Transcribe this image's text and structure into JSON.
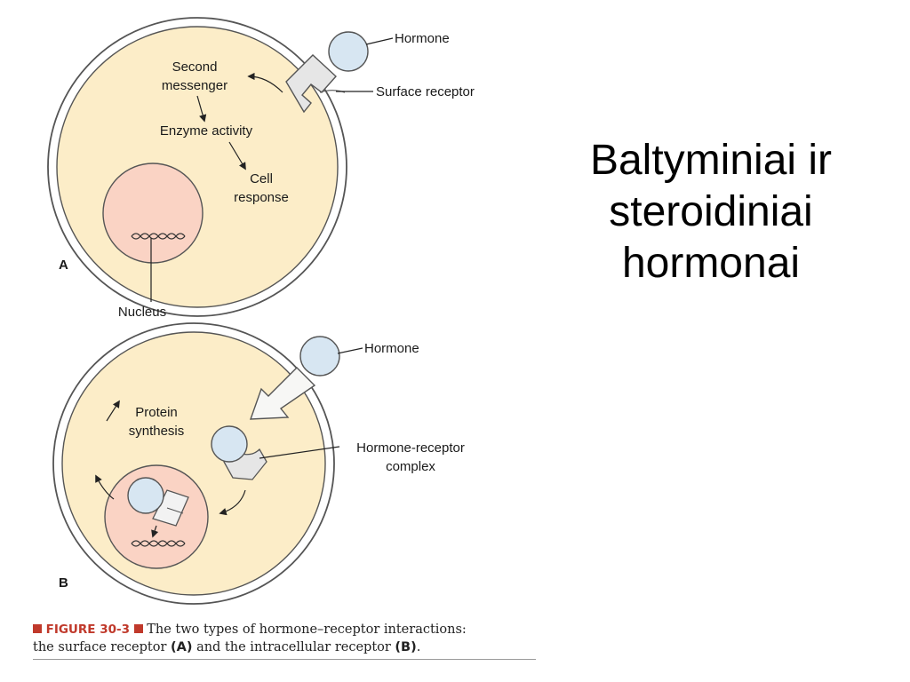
{
  "slide": {
    "title_lines": [
      "Baltyminiai ir",
      "steroidiniai",
      "hormonai"
    ]
  },
  "panel_a": {
    "letter": "A",
    "hormone": "Hormone",
    "surface_receptor": "Surface receptor",
    "second_messenger": [
      "Second",
      "messenger"
    ],
    "enzyme_activity": "Enzyme activity",
    "cell_response": [
      "Cell",
      "response"
    ],
    "nucleus": "Nucleus"
  },
  "panel_b": {
    "letter": "B",
    "hormone": "Hormone",
    "protein_synthesis": [
      "Protein",
      "synthesis"
    ],
    "hormone_receptor_complex": [
      "Hormone-receptor",
      "complex"
    ]
  },
  "caption": {
    "figure_label": "FIGURE 30-3",
    "line1_rest": "The two types of hormone–receptor interactions:",
    "line2_a": "the surface receptor ",
    "ref_a": "(A)",
    "line2_b": " and the intracellular receptor ",
    "ref_b": "(B)",
    "line2_end": "."
  },
  "colors": {
    "cytoplasm": "#fcedc8",
    "nucleus": "#fad3c4",
    "hormone": "#d7e6f2",
    "receptor": "#e6e6e6",
    "caption_square": "#c0392b",
    "outline": "#444444"
  }
}
